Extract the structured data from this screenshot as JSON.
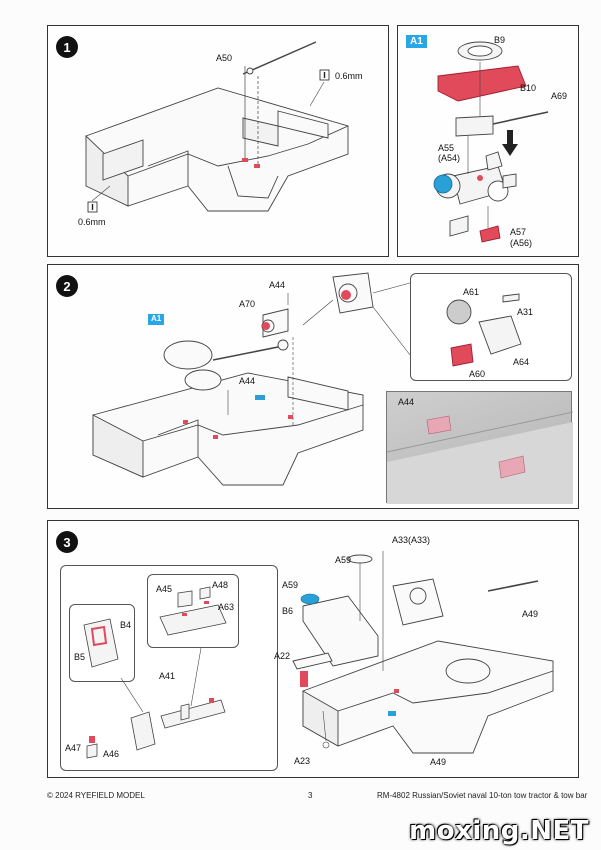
{
  "steps": [
    {
      "number": "1",
      "labels": {
        "a50": "A50",
        "dim_top": "0.6mm",
        "dim_bottom": "0.6mm"
      }
    },
    {
      "number": "2",
      "labels": {
        "a44_top": "A44",
        "a70": "A70",
        "a1": "A1",
        "a44_mid": "A44",
        "a61": "A61",
        "a31": "A31",
        "a64": "A64",
        "a60": "A60",
        "a44_photo": "A44"
      }
    },
    {
      "number": "3",
      "labels": {
        "a33": "A33(A33)",
        "a59_top": "A59",
        "a59": "A59",
        "b6": "B6",
        "a49_right": "A49",
        "a22": "A22",
        "a23": "A23",
        "a49_bottom": "A49",
        "a45": "A45",
        "a48": "A48",
        "a63": "A63",
        "b4": "B4",
        "b5": "B5",
        "a41": "A41",
        "a47": "A47",
        "a46": "A46"
      }
    }
  ],
  "callout_a1": {
    "tag": "A1",
    "labels": {
      "b9": "B9",
      "b10": "B10",
      "a69": "A69",
      "a55": "A55",
      "a54": "(A54)",
      "a57": "A57",
      "a56": "(A56)"
    }
  },
  "footer": {
    "copyright": "© 2024 RYEFIELD MODEL",
    "page": "3",
    "product": "RM-4802 Russian/Soviet naval 10-ton tow tractor & tow bar"
  },
  "watermark": "moxing.NET",
  "colors": {
    "highlight_red": "#e04a5a",
    "highlight_blue": "#2a9fd8",
    "photo_pink": "#e8a7b4",
    "line": "#444444"
  },
  "icons": [
    "drill-icon",
    "down-arrow-icon"
  ]
}
